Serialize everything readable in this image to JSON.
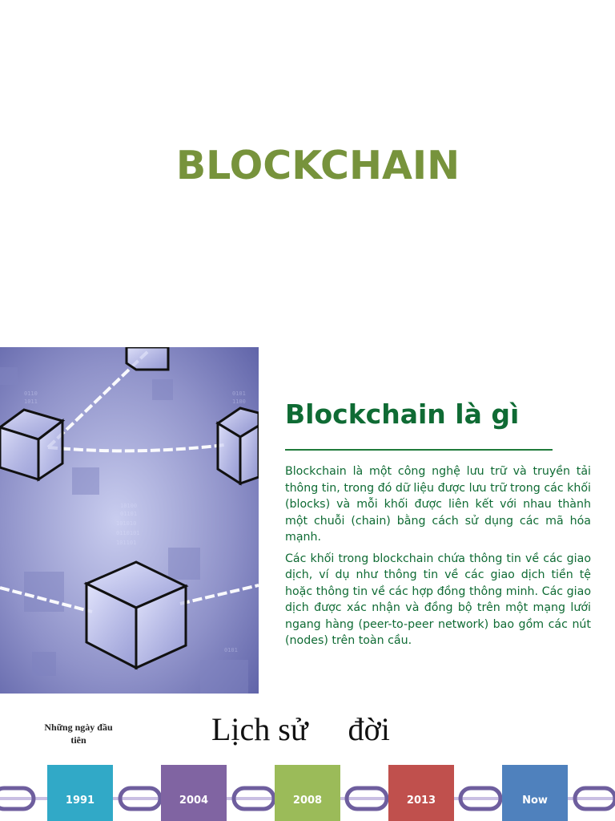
{
  "title": "BLOCKCHAIN",
  "section": {
    "heading": "Blockchain là gì",
    "paragraphs": [
      "Blockchain là một công nghệ lưu trữ và truyền tải thông tin, trong đó dữ liệu được lưu trữ trong các khối (blocks) và mỗi khối được liên kết với nhau thành một chuỗi (chain) bằng cách sử dụng các mã hóa mạnh.",
      "Các khối trong blockchain chứa thông tin về các giao dịch, ví dụ như thông tin về các giao dịch tiền tệ hoặc thông tin về các hợp đồng thông minh. Các giao dịch được xác nhận và đồng bộ trên một mạng lưới ngang hàng (peer-to-peer network) bao gồm các nút (nodes) trên toàn cầu."
    ]
  },
  "timeline": {
    "caption": "Những ngày đầu tiên",
    "history_title": "Lịch sử     đời",
    "years": [
      {
        "label": "1991",
        "color": "#31a9c7"
      },
      {
        "label": "2004",
        "color": "#8064a2"
      },
      {
        "label": "2008",
        "color": "#9bbb59"
      },
      {
        "label": "2013",
        "color": "#c0504d"
      },
      {
        "label": "Now",
        "color": "#4f81bd"
      }
    ]
  },
  "image": {
    "icon": "blockchain-cubes-illustration"
  }
}
